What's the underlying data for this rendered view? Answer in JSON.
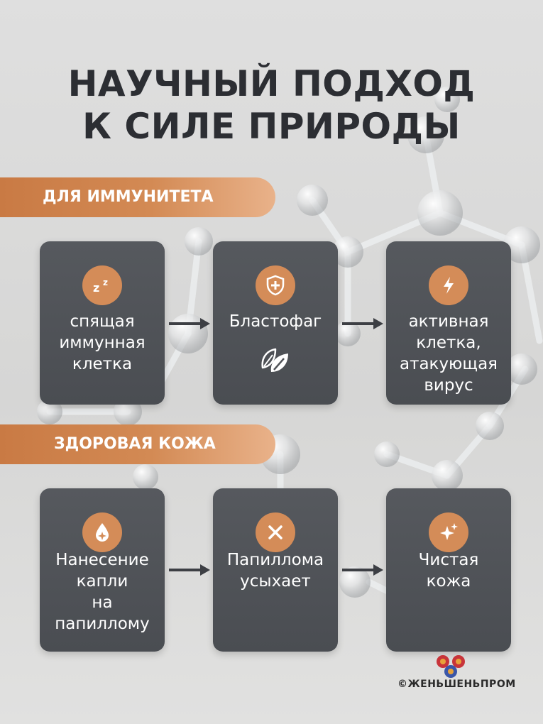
{
  "title": {
    "line1": "НАУЧНЫЙ ПОДХОД",
    "line2": "К СИЛЕ ПРИРОДЫ"
  },
  "sections": [
    {
      "label": "ДЛЯ ИММУНИТЕТА",
      "cards": [
        {
          "icon": "sleep-icon",
          "lines": [
            "спящая",
            "иммунная",
            "клетка"
          ]
        },
        {
          "icon": "shield-plus-icon",
          "lines": [
            "Бластофаг"
          ],
          "extra_icon": "leaves-icon"
        },
        {
          "icon": "lightning-icon",
          "lines": [
            "активная",
            "клетка,",
            "атакующая",
            "вирус"
          ]
        }
      ]
    },
    {
      "label": "ЗДОРОВАЯ КОЖА",
      "cards": [
        {
          "icon": "drop-icon",
          "lines": [
            "Нанесение",
            "капли",
            "на",
            "папиллому"
          ]
        },
        {
          "icon": "close-icon",
          "lines": [
            "Папиллома",
            "усыхает"
          ]
        },
        {
          "icon": "sparkle-icon",
          "lines": [
            "Чистая",
            "кожа"
          ]
        }
      ]
    }
  ],
  "brand": {
    "copyright": "©",
    "name": "ЖЕНЬШЕНЬПРОМ"
  },
  "colors": {
    "accent": "#d48c58",
    "card": "#505358",
    "title": "#2c2e33"
  }
}
